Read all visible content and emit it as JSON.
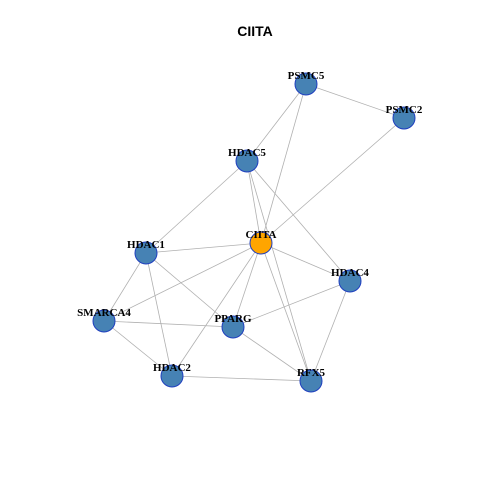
{
  "title": "CIITA",
  "colors": {
    "hub": "#ffa500",
    "node": "#4682b4",
    "node_border": "#1f3fbf",
    "edge": "#b0b0b0"
  },
  "nodes": [
    {
      "id": "CIITA",
      "label": "CIITA",
      "hub": true
    },
    {
      "id": "PSMC5",
      "label": "PSMC5",
      "hub": false
    },
    {
      "id": "PSMC2",
      "label": "PSMC2",
      "hub": false
    },
    {
      "id": "HDAC5",
      "label": "HDAC5",
      "hub": false
    },
    {
      "id": "HDAC1",
      "label": "HDAC1",
      "hub": false
    },
    {
      "id": "HDAC4",
      "label": "HDAC4",
      "hub": false
    },
    {
      "id": "SMARCA4",
      "label": "SMARCA4",
      "hub": false
    },
    {
      "id": "PPARG",
      "label": "PPARG",
      "hub": false
    },
    {
      "id": "HDAC2",
      "label": "HDAC2",
      "hub": false
    },
    {
      "id": "RFX5",
      "label": "RFX5",
      "hub": false
    }
  ],
  "edges": [
    [
      "PSMC5",
      "PSMC2"
    ],
    [
      "PSMC5",
      "HDAC5"
    ],
    [
      "PSMC5",
      "CIITA"
    ],
    [
      "PSMC2",
      "CIITA"
    ],
    [
      "HDAC5",
      "HDAC1"
    ],
    [
      "HDAC5",
      "CIITA"
    ],
    [
      "HDAC5",
      "HDAC4"
    ],
    [
      "HDAC5",
      "RFX5"
    ],
    [
      "HDAC1",
      "CIITA"
    ],
    [
      "HDAC1",
      "SMARCA4"
    ],
    [
      "HDAC1",
      "PPARG"
    ],
    [
      "HDAC1",
      "HDAC2"
    ],
    [
      "CIITA",
      "HDAC4"
    ],
    [
      "CIITA",
      "SMARCA4"
    ],
    [
      "CIITA",
      "PPARG"
    ],
    [
      "CIITA",
      "HDAC2"
    ],
    [
      "CIITA",
      "RFX5"
    ],
    [
      "HDAC4",
      "PPARG"
    ],
    [
      "HDAC4",
      "RFX5"
    ],
    [
      "SMARCA4",
      "PPARG"
    ],
    [
      "SMARCA4",
      "HDAC2"
    ],
    [
      "PPARG",
      "RFX5"
    ],
    [
      "HDAC2",
      "RFX5"
    ]
  ]
}
